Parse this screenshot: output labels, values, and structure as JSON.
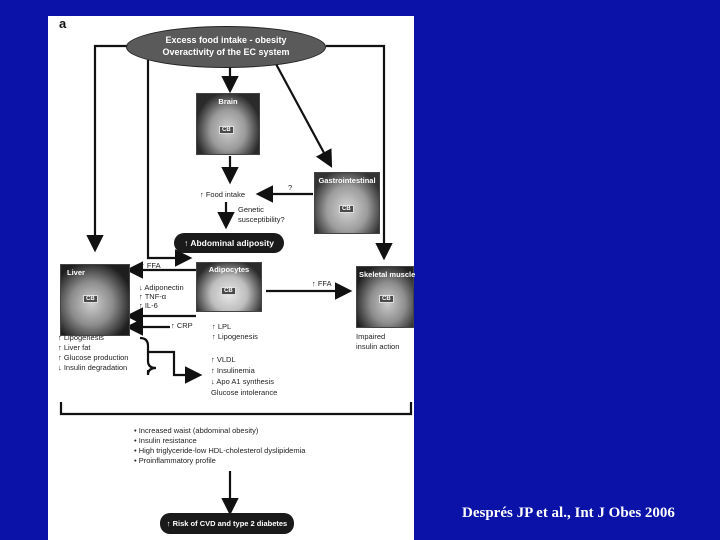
{
  "figure": {
    "panel_letter": "a",
    "top_oval": {
      "line1": "Excess food intake - obesity",
      "line2": "Overactivity of the EC system"
    },
    "brain": {
      "title": "Brain",
      "cb": "CB"
    },
    "gastro": {
      "title": "Gastrointestinal",
      "cb": "CB"
    },
    "food_intake": "↑ Food intake",
    "question_mark": "?",
    "genetic": {
      "line1": "Genetic",
      "line2": "susceptibility?"
    },
    "abdominal": "↑ Abdominal adiposity",
    "liver": {
      "title": "Liver",
      "cb": "CB"
    },
    "adipocytes": {
      "title": "Adipocytes",
      "cb": "CB"
    },
    "skeletal": {
      "title": "Skeletal muscle",
      "cb": "CB"
    },
    "ffa_left": "↑ FFA",
    "ffa_right": "↑ FFA",
    "adipo_factors": [
      "↓ Adiponectin",
      "↑ TNF-α",
      "↑ IL-6"
    ],
    "crp": "↑ CRP",
    "lpl": [
      "↑ LPL",
      "↑ Lipogenesis"
    ],
    "impaired": [
      "Impaired",
      "insulin action"
    ],
    "liver_effects": [
      "↑ Lipogenesis",
      "↑ Liver fat",
      "↑ Glucose production",
      "↓ Insulin degradation"
    ],
    "metabolic": [
      "↑ VLDL",
      "↑ Insulinemia",
      "↓ Apo A1 synthesis",
      "Glucose intolerance"
    ],
    "outcomes": [
      "• Increased waist (abdominal obesity)",
      "• Insulin resistance",
      "• High triglyceride-low HDL-cholesterol dyslipidemia",
      "• Proinflammatory profile"
    ],
    "risk": "↑ Risk of CVD and type 2 diabetes"
  },
  "citation": "Després JP et al., Int J Obes 2006"
}
